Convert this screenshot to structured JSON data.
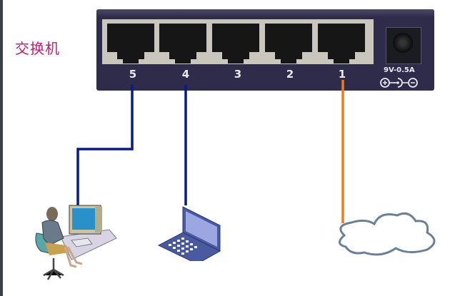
{
  "title": "交换机",
  "switch": {
    "ports": [
      {
        "label": "5"
      },
      {
        "label": "4"
      },
      {
        "label": "3"
      },
      {
        "label": "2"
      },
      {
        "label": "1"
      }
    ],
    "power_rating": "9V-0.5A",
    "polarity_symbol": "⊕-◗-⊖"
  },
  "connections": [
    {
      "port": "5",
      "device": "desktop-user",
      "cable_color": "#0a1a8a"
    },
    {
      "port": "4",
      "device": "laptop",
      "cable_color": "#0a1a8a"
    },
    {
      "port": "1",
      "device": "internet-cloud",
      "cable_color": "#ee7a1e"
    }
  ],
  "colors": {
    "title": "#c0206a",
    "switch_body": "#2e2c4a",
    "lan_cable": "#0a1a8a",
    "wan_cable": "#ee7a1e",
    "cloud_outline": "#6a8096"
  }
}
